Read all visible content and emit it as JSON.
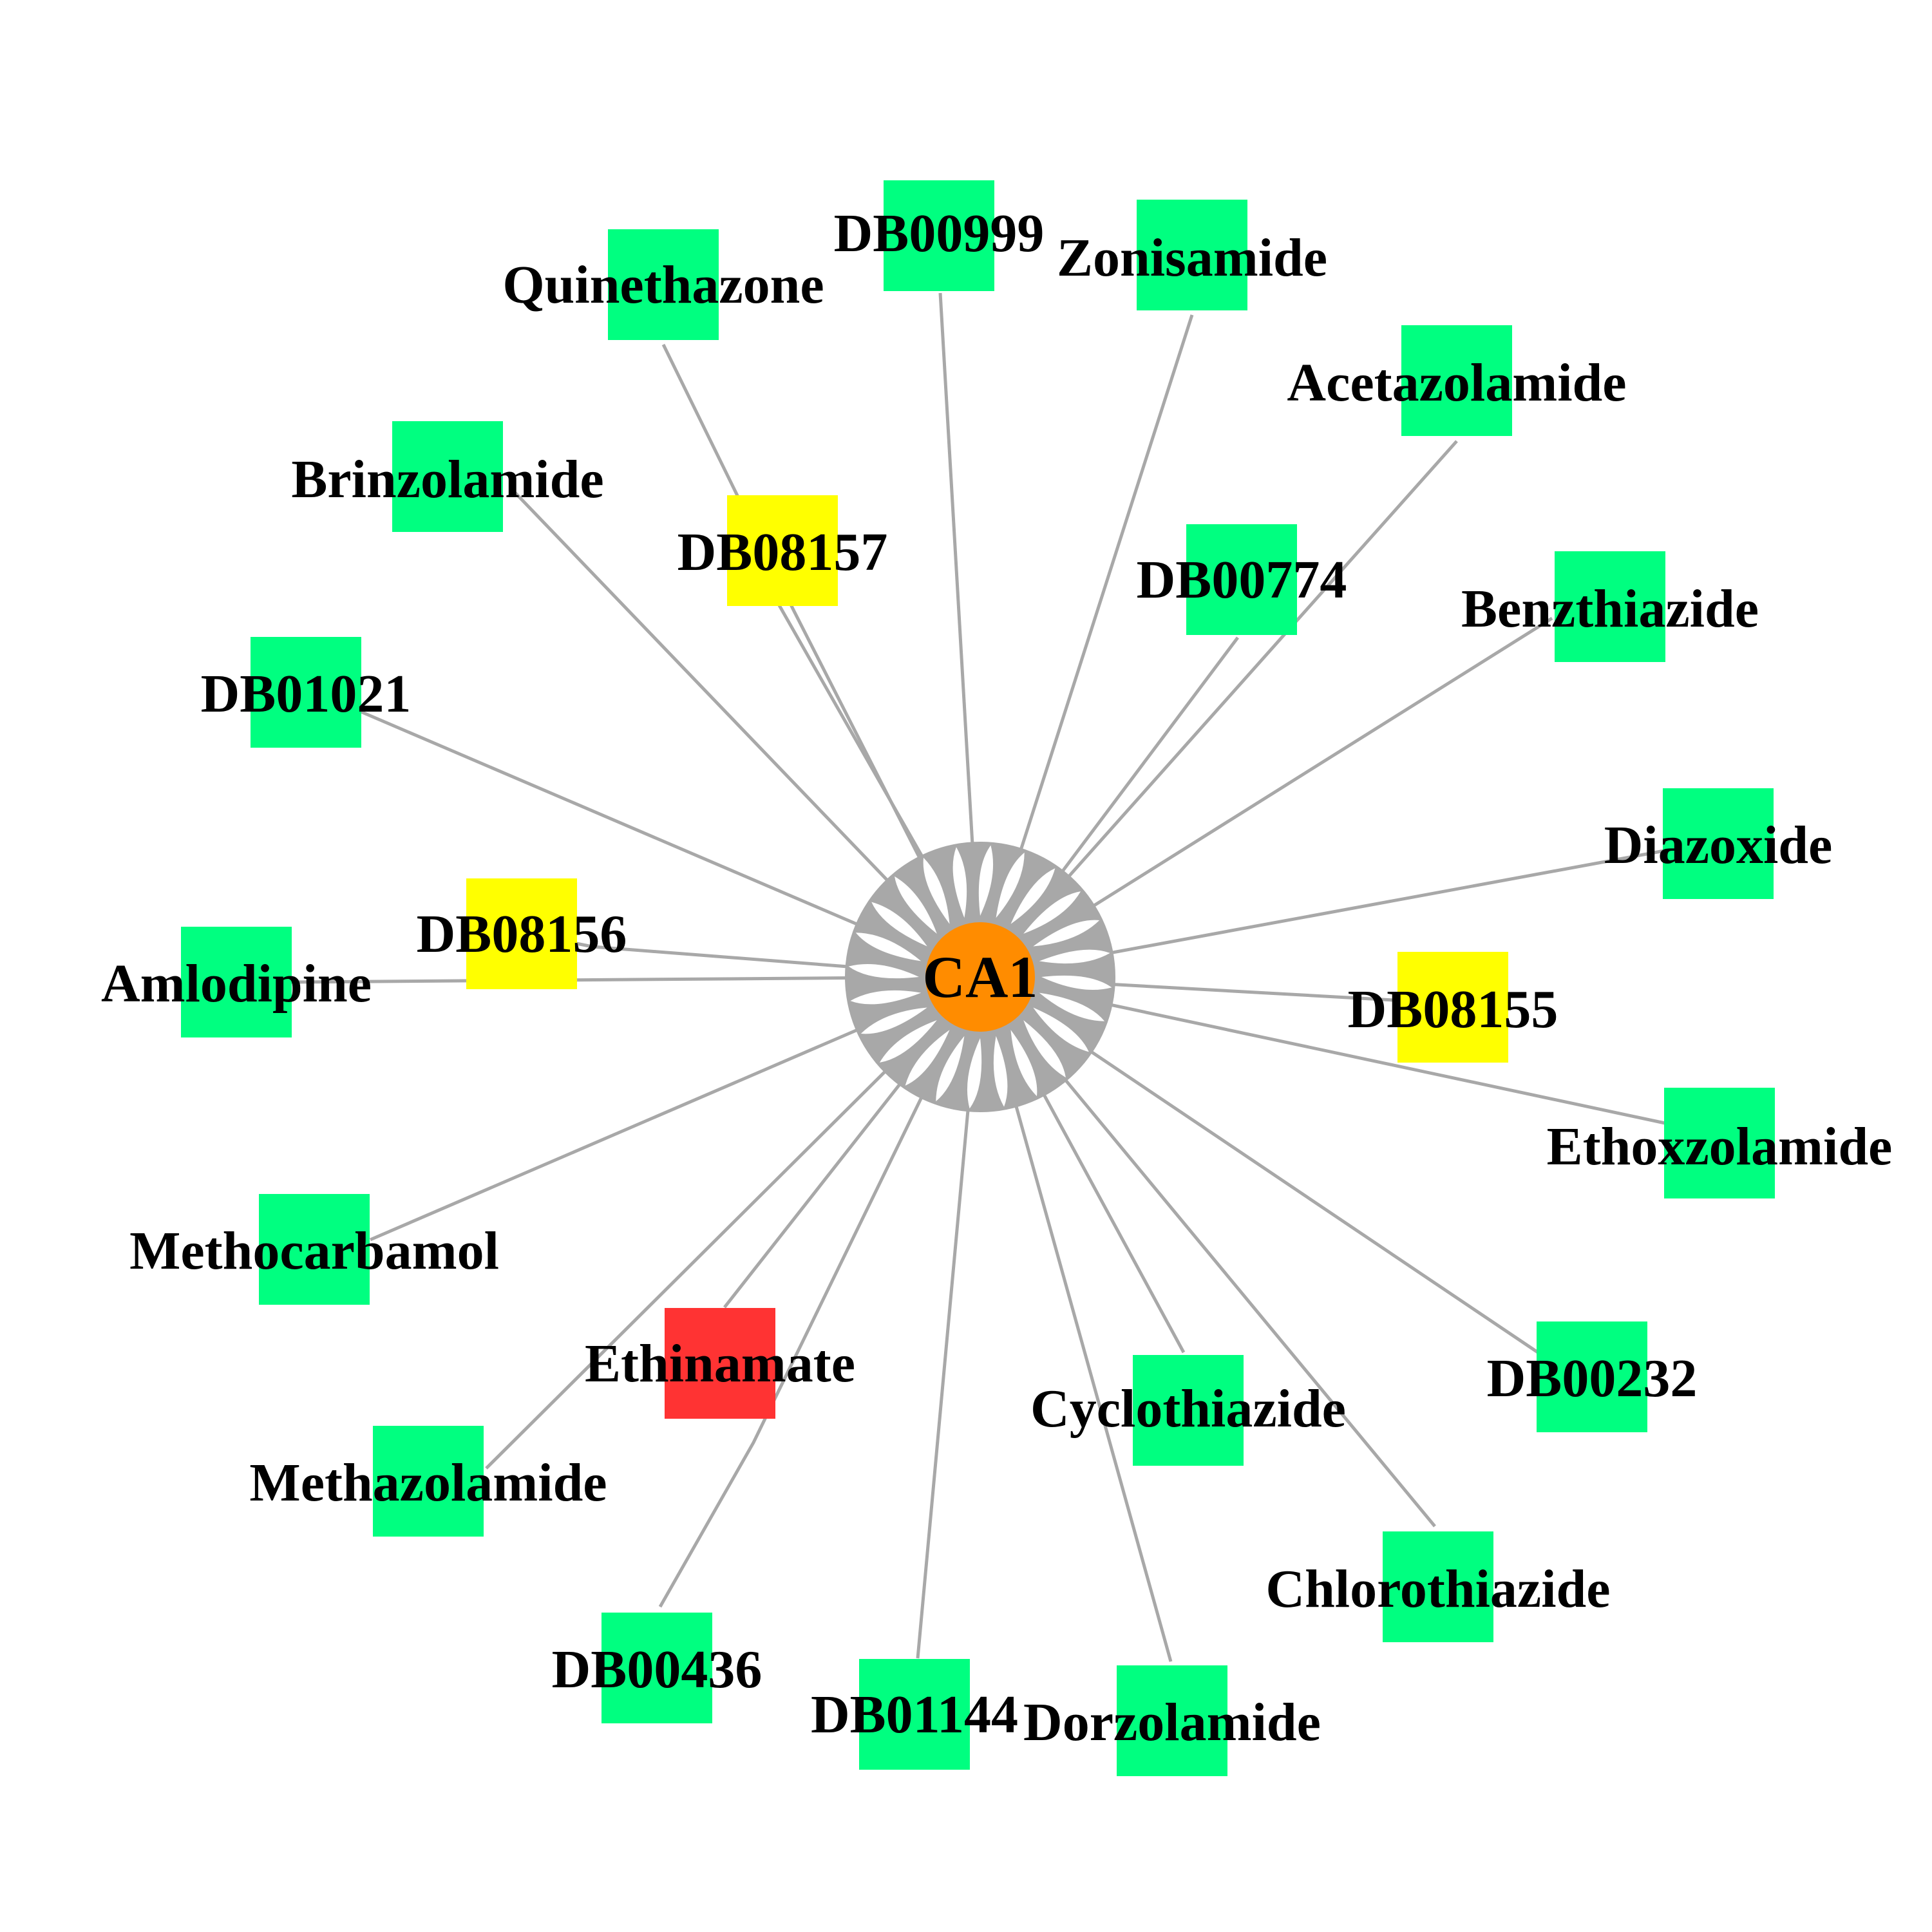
{
  "colors": {
    "edge": "#a8a8a8",
    "hub": "#ff8c00",
    "drug_green": "#00ff80",
    "drug_yellow": "#ffff00",
    "drug_red": "#ff3333",
    "label": "#000000"
  },
  "hub": {
    "label": "CA1"
  },
  "nodes": [
    {
      "id": "quinethazone",
      "label": "Quinethazone",
      "color": "green"
    },
    {
      "id": "db00999",
      "label": "DB00999",
      "color": "green"
    },
    {
      "id": "zonisamide",
      "label": "Zonisamide",
      "color": "green"
    },
    {
      "id": "acetazolamide",
      "label": "Acetazolamide",
      "color": "green"
    },
    {
      "id": "brinzolamide",
      "label": "Brinzolamide",
      "color": "green"
    },
    {
      "id": "db08157",
      "label": "DB08157",
      "color": "yellow"
    },
    {
      "id": "db00774",
      "label": "DB00774",
      "color": "green"
    },
    {
      "id": "benzthiazide",
      "label": "Benzthiazide",
      "color": "green"
    },
    {
      "id": "db01021",
      "label": "DB01021",
      "color": "green"
    },
    {
      "id": "diazoxide",
      "label": "Diazoxide",
      "color": "green"
    },
    {
      "id": "db08156",
      "label": "DB08156",
      "color": "yellow"
    },
    {
      "id": "amlodipine",
      "label": "Amlodipine",
      "color": "green"
    },
    {
      "id": "db08155",
      "label": "DB08155",
      "color": "yellow"
    },
    {
      "id": "ethoxzolamide",
      "label": "Ethoxzolamide",
      "color": "green"
    },
    {
      "id": "methocarbamol",
      "label": "Methocarbamol",
      "color": "green"
    },
    {
      "id": "ethinamate",
      "label": "Ethinamate",
      "color": "red"
    },
    {
      "id": "db00232",
      "label": "DB00232",
      "color": "green"
    },
    {
      "id": "cyclothiazide",
      "label": "Cyclothiazide",
      "color": "green"
    },
    {
      "id": "methazolamide",
      "label": "Methazolamide",
      "color": "green"
    },
    {
      "id": "chlorothiazide",
      "label": "Chlorothiazide",
      "color": "green"
    },
    {
      "id": "db00436",
      "label": "DB00436",
      "color": "green"
    },
    {
      "id": "db01144",
      "label": "DB01144",
      "color": "green"
    },
    {
      "id": "dorzolamide",
      "label": "Dorzolamide",
      "color": "green"
    }
  ]
}
